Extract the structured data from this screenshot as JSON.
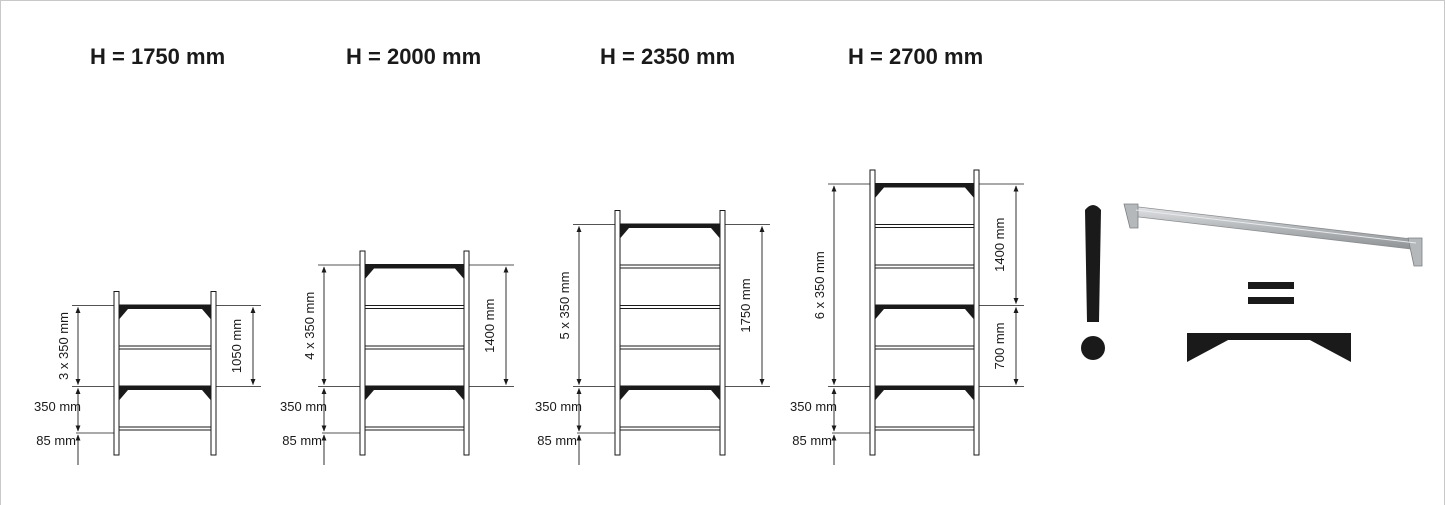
{
  "titles": [
    "H = 1750 mm",
    "H = 2000 mm",
    "H = 2350 mm",
    "H = 2700 mm"
  ],
  "racks": [
    {
      "height_label": "H = 1750 mm",
      "pitch_label": "3 x 350 mm",
      "right_labels": [
        "1050 mm"
      ],
      "bottom_labels": [
        "350 mm",
        "85 mm"
      ],
      "shelf_count": 4
    },
    {
      "height_label": "H = 2000 mm",
      "pitch_label": "4 x 350 mm",
      "right_labels": [
        "1400 mm"
      ],
      "bottom_labels": [
        "350 mm",
        "85 mm"
      ],
      "shelf_count": 5
    },
    {
      "height_label": "H = 2350 mm",
      "pitch_label": "5 x 350 mm",
      "right_labels": [
        "1750 mm"
      ],
      "bottom_labels": [
        "350 mm",
        "85 mm"
      ],
      "shelf_count": 6
    },
    {
      "height_label": "H = 2700 mm",
      "pitch_label": "6 x 350 mm",
      "right_labels": [
        "1400 mm",
        "700 mm"
      ],
      "bottom_labels": [
        "350 mm",
        "85 mm"
      ],
      "shelf_count": 7
    }
  ],
  "legend": {
    "warning_icon": "exclamation-mark-icon",
    "equals_symbol": "=",
    "beam_photo": "reinforcing-beam-photo",
    "beam_symbol": "beam-symbol"
  },
  "colors": {
    "ink": "#1a1a1a",
    "frame": "#c8c8c8",
    "beam": "#b9bcbf"
  }
}
